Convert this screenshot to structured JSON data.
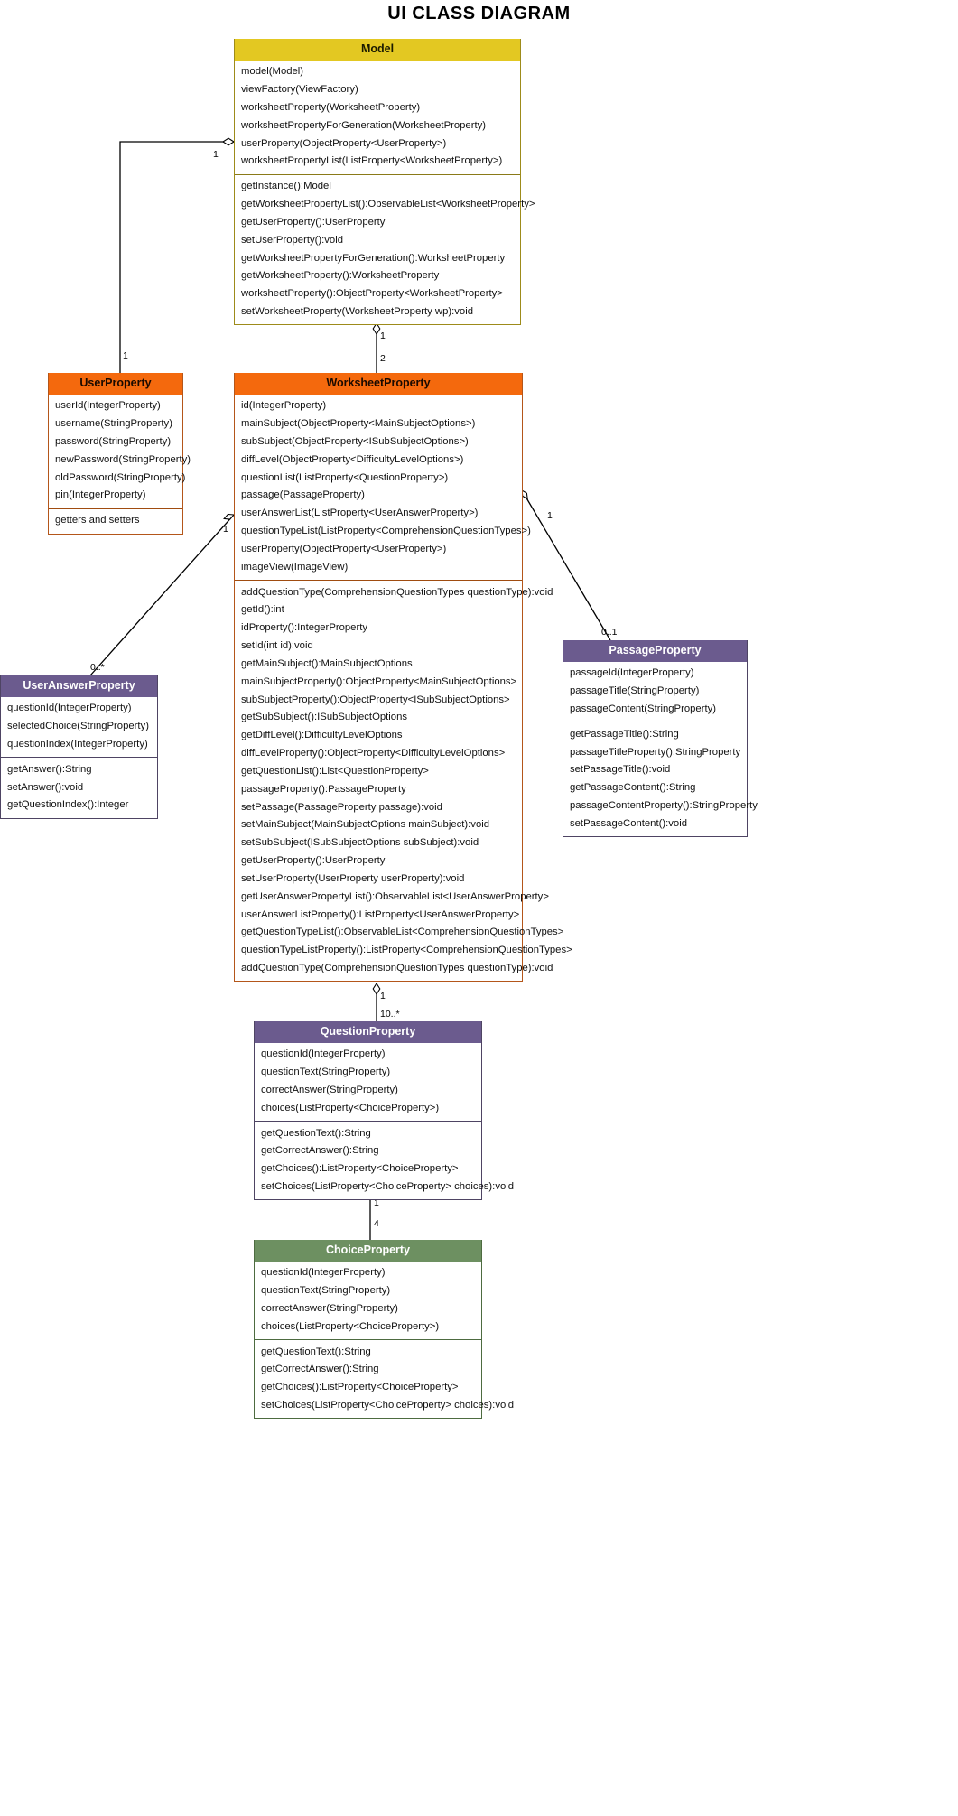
{
  "title": "UI CLASS DIAGRAM",
  "colors": {
    "model_header": "#e3c822",
    "orange_header": "#f4690d",
    "purple_header": "#6b5b8e",
    "green_header": "#6d9061",
    "edge": "#000000",
    "background": "#ffffff"
  },
  "classes": {
    "model": {
      "name": "Model",
      "attributes": [
        "model(Model)",
        "viewFactory(ViewFactory)",
        "worksheetProperty(WorksheetProperty)",
        "worksheetPropertyForGeneration(WorksheetProperty)",
        "userProperty(ObjectProperty<UserProperty>)",
        "worksheetPropertyList(ListProperty<WorksheetProperty>)"
      ],
      "methods": [
        "getInstance():Model",
        "getWorksheetPropertyList():ObservableList<WorksheetProperty>",
        "getUserProperty():UserProperty",
        "setUserProperty():void",
        "getWorksheetPropertyForGeneration():WorksheetProperty",
        "getWorksheetProperty():WorksheetProperty",
        "worksheetProperty():ObjectProperty<WorksheetProperty>",
        "setWorksheetProperty(WorksheetProperty wp):void"
      ]
    },
    "user_property": {
      "name": "UserProperty",
      "attributes": [
        "userId(IntegerProperty)",
        "username(StringProperty)",
        "password(StringProperty)",
        "newPassword(StringProperty)",
        "oldPassword(StringProperty)",
        "pin(IntegerProperty)"
      ],
      "methods": [
        "getters and setters"
      ]
    },
    "worksheet_property": {
      "name": "WorksheetProperty",
      "attributes": [
        "id(IntegerProperty)",
        "mainSubject(ObjectProperty<MainSubjectOptions>)",
        "subSubject(ObjectProperty<ISubSubjectOptions>)",
        "diffLevel(ObjectProperty<DifficultyLevelOptions>)",
        "questionList(ListProperty<QuestionProperty>)",
        "passage(PassageProperty)",
        "userAnswerList(ListProperty<UserAnswerProperty>)",
        "questionTypeList(ListProperty<ComprehensionQuestionTypes>)",
        "userProperty(ObjectProperty<UserProperty>)",
        "imageView(ImageView)"
      ],
      "methods": [
        "addQuestionType(ComprehensionQuestionTypes questionType):void",
        "getId():int",
        "idProperty():IntegerProperty",
        "setId(int id):void",
        "getMainSubject():MainSubjectOptions",
        "mainSubjectProperty():ObjectProperty<MainSubjectOptions>",
        "subSubjectProperty():ObjectProperty<ISubSubjectOptions>",
        "getSubSubject():ISubSubjectOptions",
        "getDiffLevel():DifficultyLevelOptions",
        "diffLevelProperty():ObjectProperty<DifficultyLevelOptions>",
        "getQuestionList():List<QuestionProperty>",
        "passageProperty():PassageProperty",
        "setPassage(PassageProperty passage):void",
        "setMainSubject(MainSubjectOptions mainSubject):void",
        "setSubSubject(ISubSubjectOptions subSubject):void",
        "getUserProperty():UserProperty",
        "setUserProperty(UserProperty userProperty):void",
        "getUserAnswerPropertyList():ObservableList<UserAnswerProperty>",
        "userAnswerListProperty():ListProperty<UserAnswerProperty>",
        "getQuestionTypeList():ObservableList<ComprehensionQuestionTypes>",
        "questionTypeListProperty():ListProperty<ComprehensionQuestionTypes>",
        "addQuestionType(ComprehensionQuestionTypes questionType):void"
      ]
    },
    "user_answer_property": {
      "name": "UserAnswerProperty",
      "attributes": [
        "questionId(IntegerProperty)",
        "selectedChoice(StringProperty)",
        "questionIndex(IntegerProperty)"
      ],
      "methods": [
        "getAnswer():String",
        "setAnswer():void",
        "getQuestionIndex():Integer"
      ]
    },
    "passage_property": {
      "name": "PassageProperty",
      "attributes": [
        "passageId(IntegerProperty)",
        "passageTitle(StringProperty)",
        "passageContent(StringProperty)"
      ],
      "methods": [
        "getPassageTitle():String",
        "passageTitleProperty():StringProperty",
        "setPassageTitle():void",
        "getPassageContent():String",
        "passageContentProperty():StringProperty",
        "setPassageContent():void"
      ]
    },
    "question_property": {
      "name": "QuestionProperty",
      "attributes": [
        "questionId(IntegerProperty)",
        "questionText(StringProperty)",
        "correctAnswer(StringProperty)",
        "choices(ListProperty<ChoiceProperty>)"
      ],
      "methods": [
        "getQuestionText():String",
        "getCorrectAnswer():String",
        "getChoices():ListProperty<ChoiceProperty>",
        "setChoices(ListProperty<ChoiceProperty> choices):void"
      ]
    },
    "choice_property": {
      "name": "ChoiceProperty",
      "attributes": [
        "questionId(IntegerProperty)",
        "questionText(StringProperty)",
        "correctAnswer(StringProperty)",
        "choices(ListProperty<ChoiceProperty>)"
      ],
      "methods": [
        "getQuestionText():String",
        "getCorrectAnswer():String",
        "getChoices():ListProperty<ChoiceProperty>",
        "setChoices(ListProperty<ChoiceProperty> choices):void"
      ]
    }
  },
  "relations": [
    {
      "id": "model-user",
      "from": "Model",
      "to": "UserProperty",
      "type": "aggregation",
      "source_mult": "1",
      "target_mult": "1"
    },
    {
      "id": "model-worksheet",
      "from": "Model",
      "to": "WorksheetProperty",
      "type": "aggregation",
      "source_mult": "1",
      "target_mult": "2"
    },
    {
      "id": "worksheet-useranswer",
      "from": "WorksheetProperty",
      "to": "UserAnswerProperty",
      "type": "aggregation",
      "source_mult": "1",
      "target_mult": "0..*"
    },
    {
      "id": "worksheet-passage",
      "from": "WorksheetProperty",
      "to": "PassageProperty",
      "type": "aggregation",
      "source_mult": "1",
      "target_mult": "0..1"
    },
    {
      "id": "worksheet-question",
      "from": "WorksheetProperty",
      "to": "QuestionProperty",
      "type": "aggregation",
      "source_mult": "1",
      "target_mult": "10..*"
    },
    {
      "id": "question-choice",
      "from": "QuestionProperty",
      "to": "ChoiceProperty",
      "type": "aggregation",
      "source_mult": "1",
      "target_mult": "4"
    }
  ]
}
